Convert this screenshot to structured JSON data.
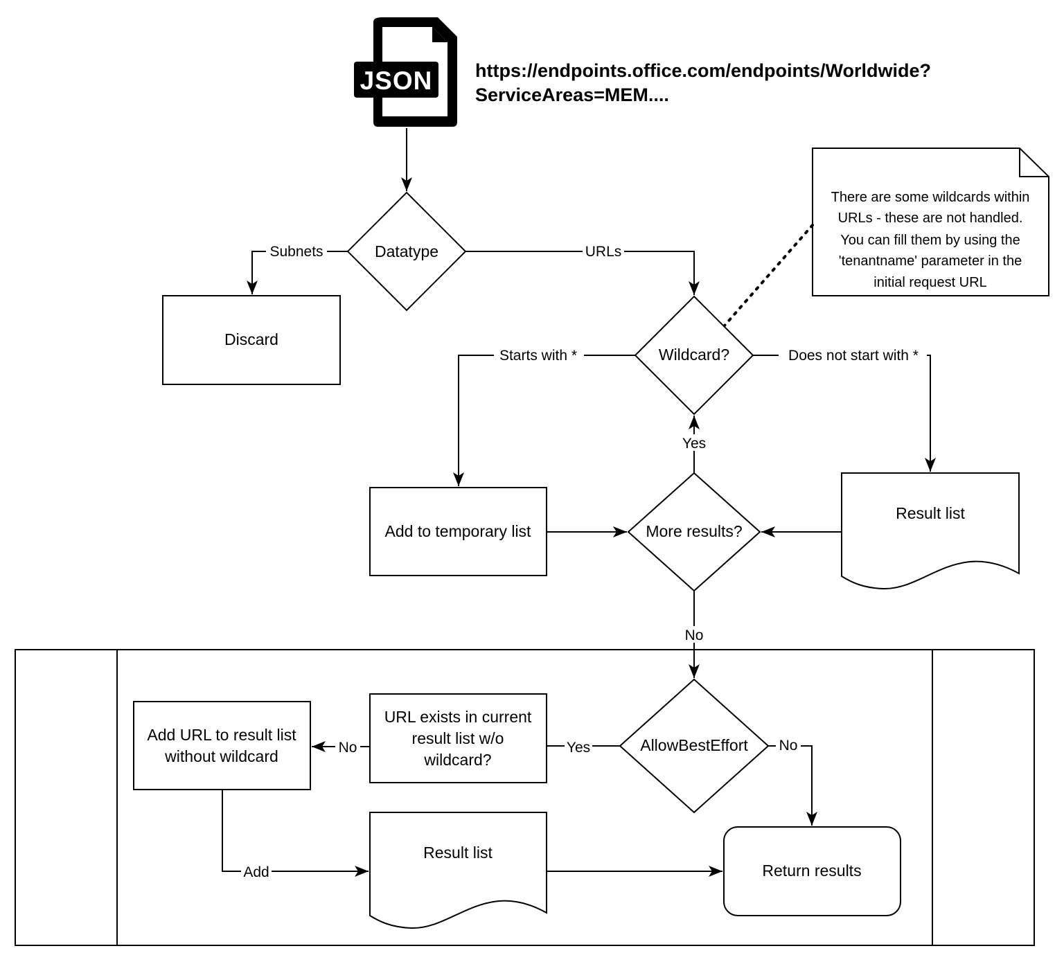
{
  "header": {
    "file_icon": "json-file-icon",
    "file_icon_text": "JSON",
    "url_line1": "https://endpoints.office.com/endpoints/Worldwide?",
    "url_line2": "ServiceAreas=MEM...."
  },
  "nodes": {
    "datatype": "Datatype",
    "discard": "Discard",
    "wildcard": "Wildcard?",
    "note_lines": [
      "There are some wildcards within",
      "URLs - these are not handled.",
      "You can fill them by using the",
      "'tenantname' parameter in the",
      "initial request URL"
    ],
    "add_temp": "Add to temporary list",
    "more_results": "More results?",
    "result_list_top": "Result list",
    "allow_best_effort": "AllowBestEffort",
    "url_exists_lines": [
      "URL exists in current",
      "result list w/o",
      "wildcard?"
    ],
    "add_url_lines": [
      "Add URL to result list",
      "without wildcard"
    ],
    "result_list_bottom": "Result list",
    "return_results": "Return results"
  },
  "edges": {
    "subnets": "Subnets",
    "urls": "URLs",
    "starts_with": "Starts with *",
    "not_starts_with": "Does not start with *",
    "yes_up": "Yes",
    "no_down": "No",
    "yes_left": "Yes",
    "no_left": "No",
    "no_right": "No",
    "add": "Add"
  }
}
